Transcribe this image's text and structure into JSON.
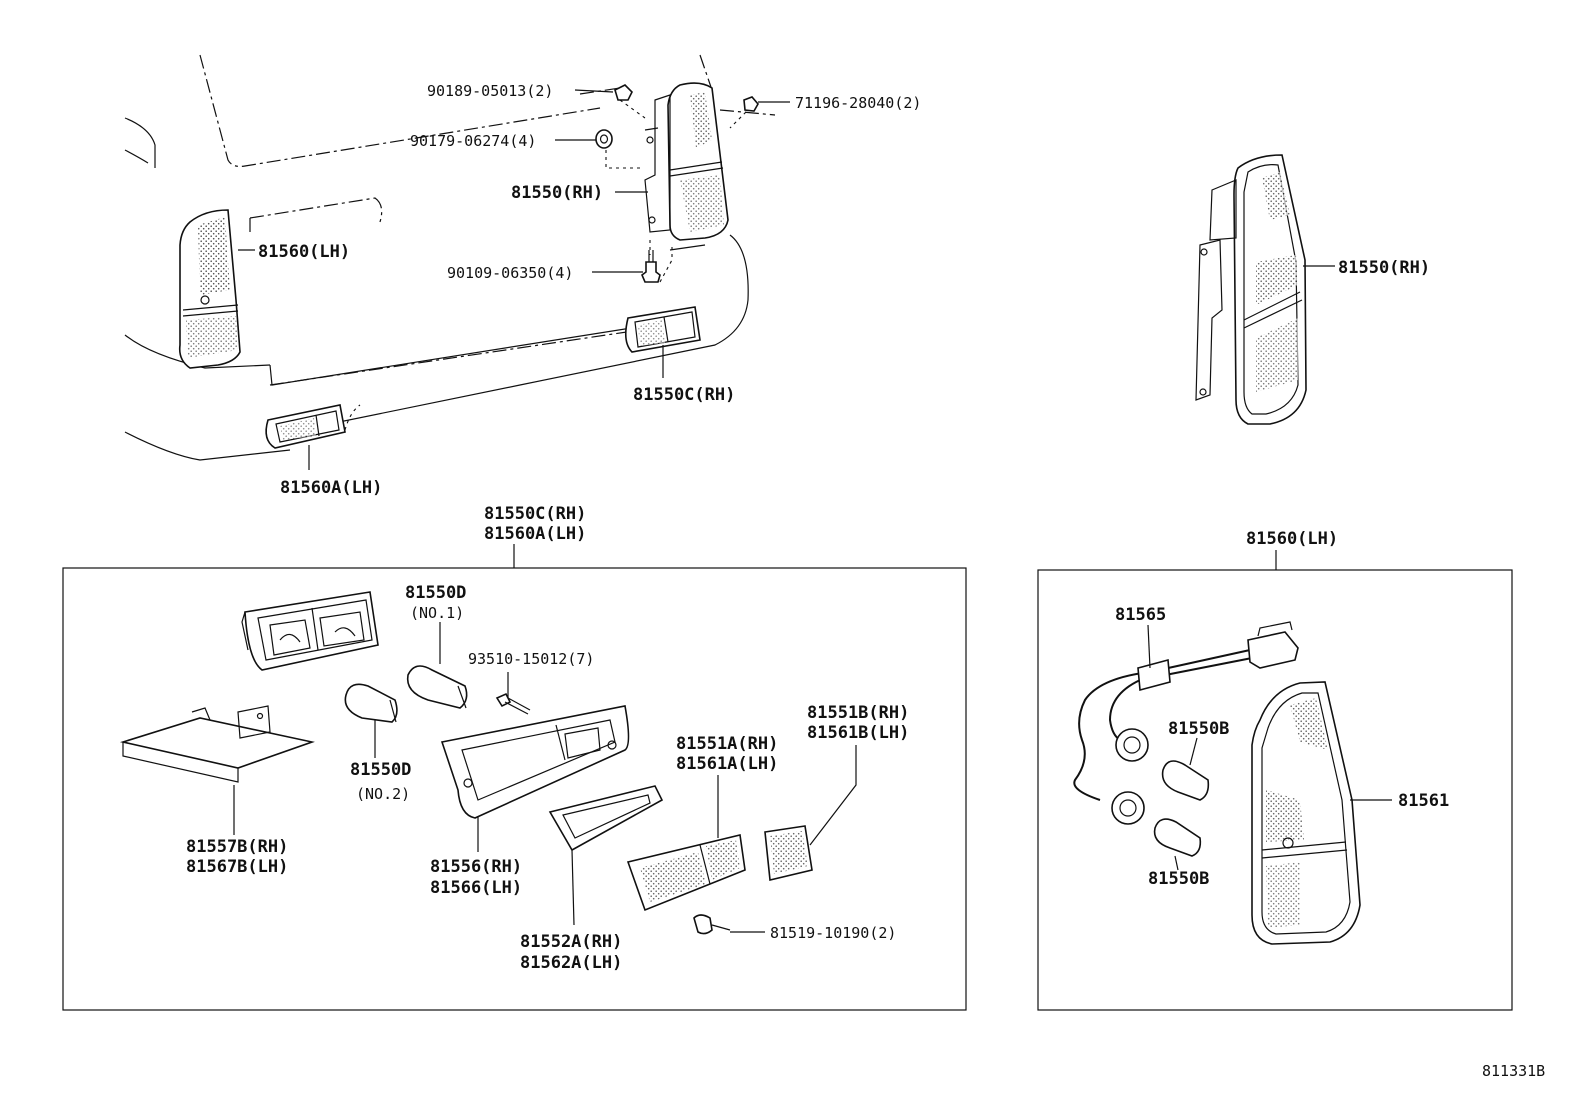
{
  "labels": {
    "p90189": "90189-05013(2)",
    "p71196": "71196-28040(2)",
    "p90179": "90179-06274(4)",
    "p81550rh": "81550(RH)",
    "p81560lh": "81560(LH)",
    "p90109": "90109-06350(4)",
    "p81550crh": "81550C(RH)",
    "p81560alh": "81560A(LH)",
    "p81550rh_right": "81550(RH)",
    "box1_head1": "81550C(RH)",
    "box1_head2": "81560A(LH)",
    "box2_head": "81560(LH)",
    "p81550d1a": "81550D",
    "p81550d1b": "(NO.1)",
    "p93510": "93510-15012(7)",
    "p81550d2a": "81550D",
    "p81550d2b": "(NO.2)",
    "p81557b": "81557B(RH)",
    "p81567b": "81567B(LH)",
    "p81556": "81556(RH)",
    "p81566": "81566(LH)",
    "p81551a": "81551A(RH)",
    "p81561a": "81561A(LH)",
    "p81551b": "81551B(RH)",
    "p81561b": "81561B(LH)",
    "p81552a": "81552A(RH)",
    "p81562a": "81562A(LH)",
    "p81519": "81519-10190(2)",
    "p81565": "81565",
    "p81550b_top": "81550B",
    "p81550b_bot": "81550B",
    "p81561": "81561",
    "diagram_id": "811331B"
  }
}
